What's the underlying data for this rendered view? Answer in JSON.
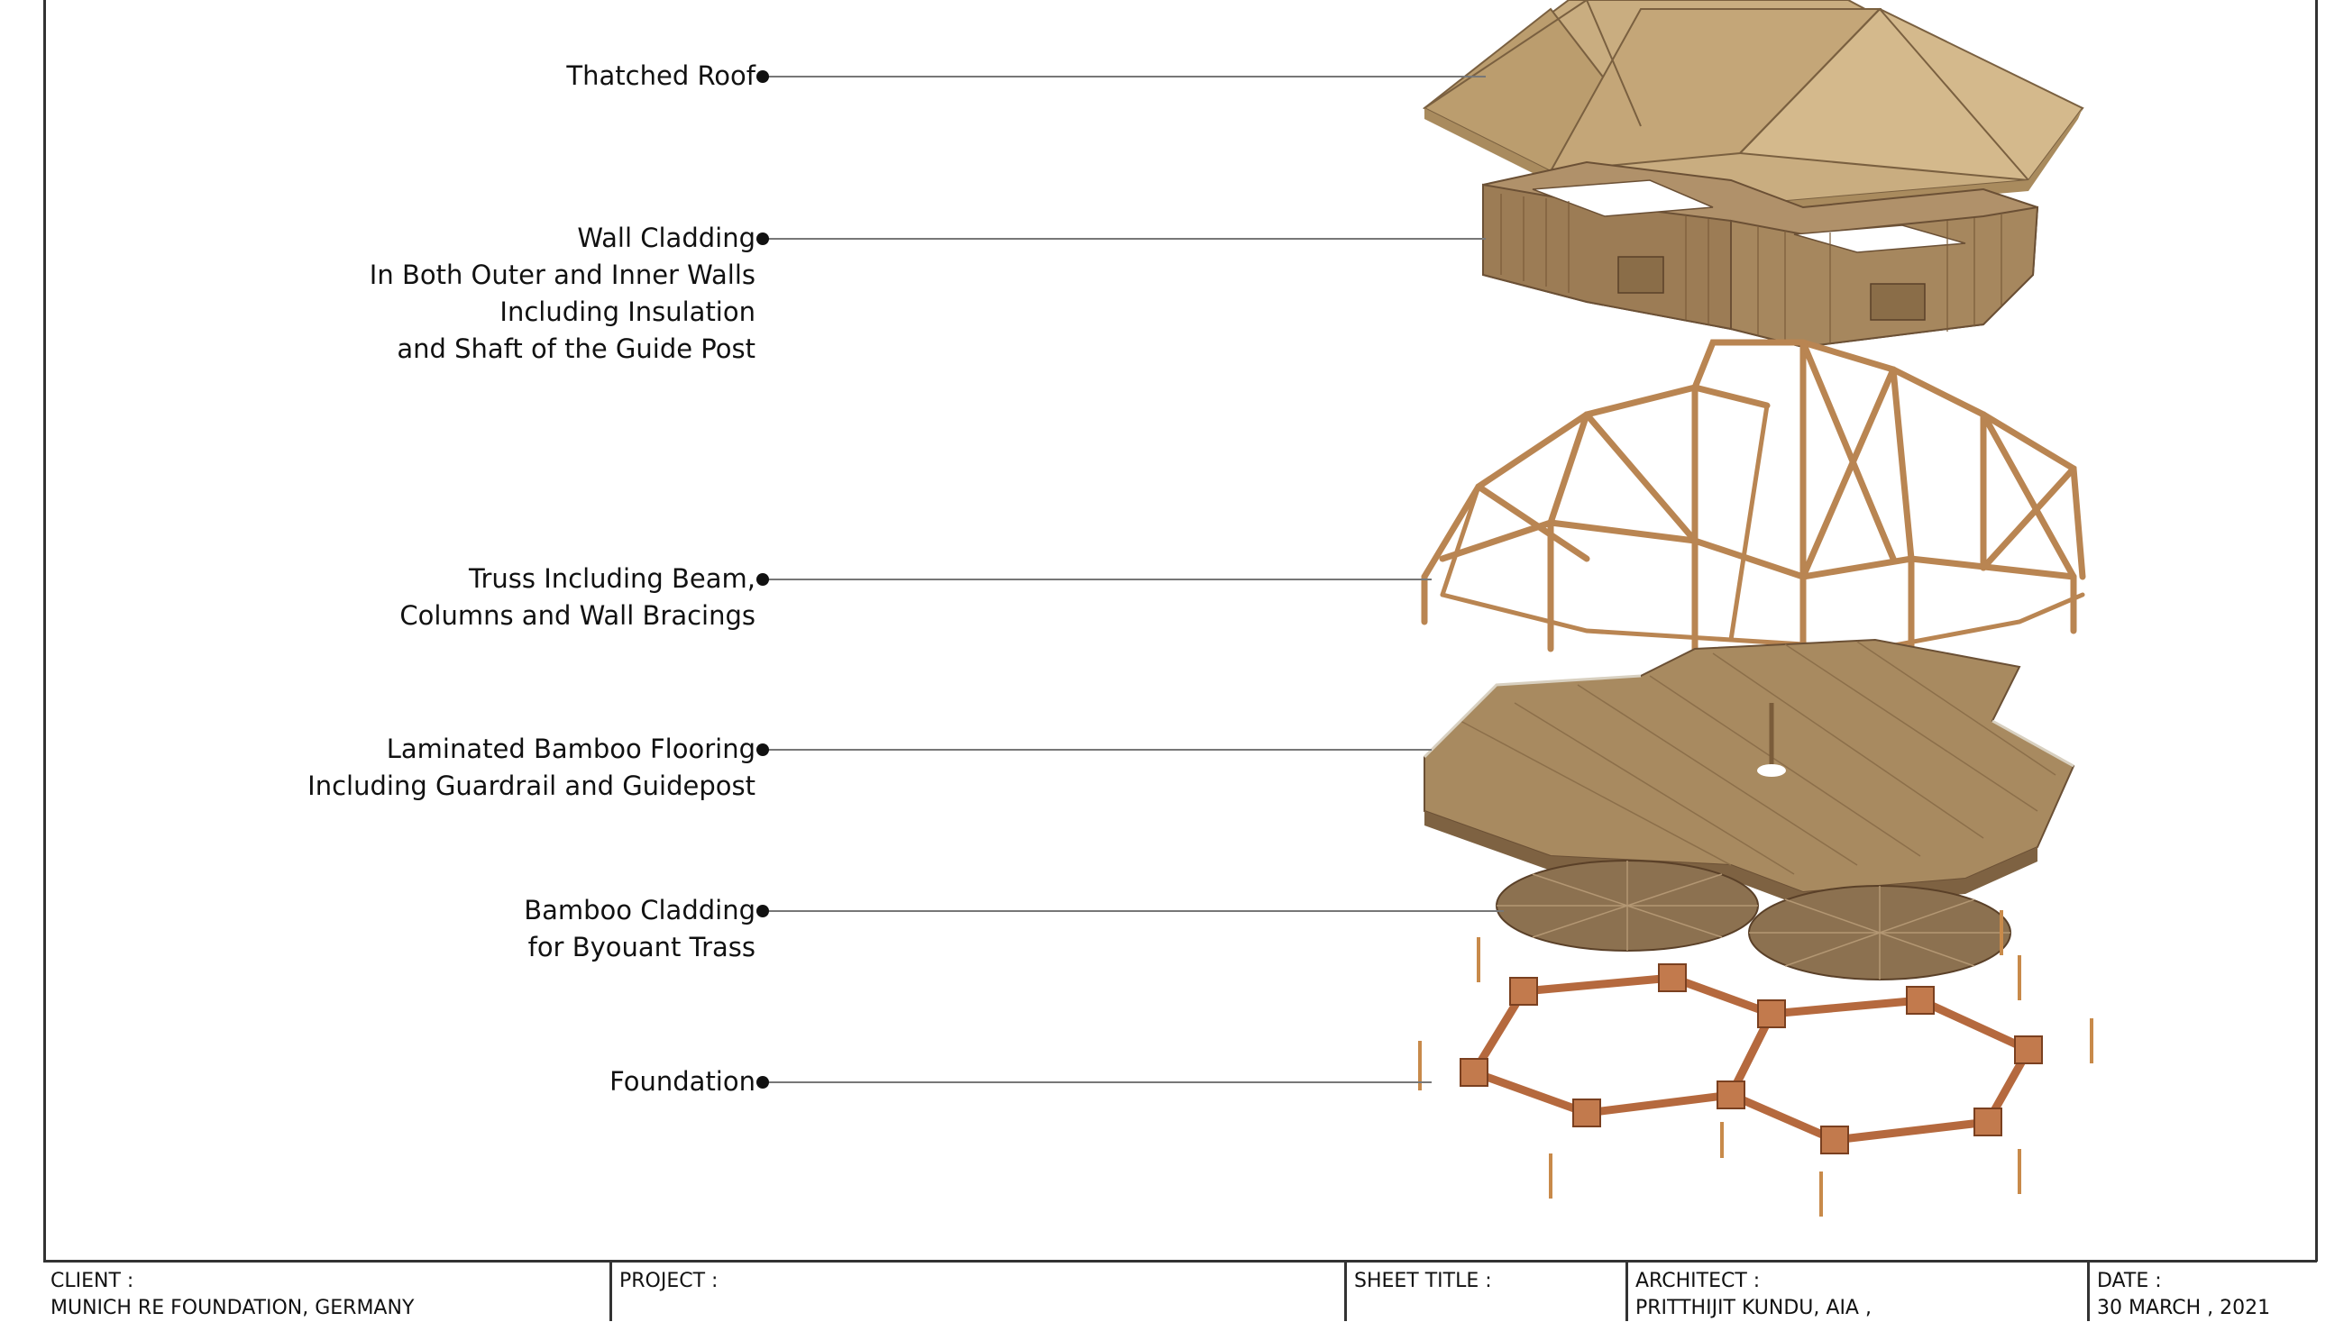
{
  "labels": [
    {
      "id": "thatched-roof",
      "lines": [
        "Thatched Roof"
      ]
    },
    {
      "id": "wall-cladding",
      "lines": [
        "Wall Cladding",
        "In Both Outer and Inner Walls",
        "Including Insulation",
        "and Shaft of the Guide Post"
      ]
    },
    {
      "id": "truss",
      "lines": [
        "Truss Including Beam,",
        "Columns and Wall Bracings"
      ]
    },
    {
      "id": "flooring",
      "lines": [
        "Laminated Bamboo Flooring",
        "Including Guardrail and Guidepost"
      ]
    },
    {
      "id": "bamboo-cladding",
      "lines": [
        "Bamboo Cladding",
        "for Byouant Trass"
      ]
    },
    {
      "id": "foundation",
      "lines": [
        "Foundation"
      ]
    }
  ],
  "title_block": {
    "client_label": "CLIENT :",
    "client_value": "MUNICH RE FOUNDATION, GERMANY",
    "project_label": "PROJECT :",
    "project_value": "",
    "sheet_title_label": "SHEET TITLE :",
    "sheet_title_value": "",
    "architect_label": "ARCHITECT :",
    "architect_value": "PRITTHIJIT KUNDU, AIA ,",
    "date_label": "DATE :",
    "date_value": "30 MARCH , 2021"
  },
  "colors": {
    "roof": "#c9ad80",
    "roof_dark": "#a98b5e",
    "wall": "#b0916a",
    "wall_dark": "#8a6d48",
    "truss": "#b98552",
    "floor": "#a88a60",
    "floor_dark": "#7e6242",
    "cladding": "#8c7150",
    "foundation": "#b5693e",
    "post": "#c88a4a"
  }
}
